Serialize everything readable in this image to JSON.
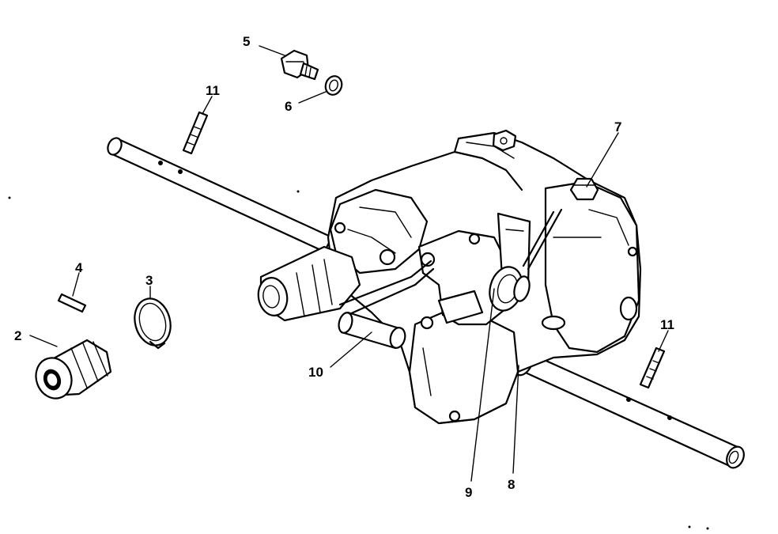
{
  "diagram": {
    "callouts": [
      {
        "id": "2",
        "text": "2"
      },
      {
        "id": "3",
        "text": "3"
      },
      {
        "id": "4",
        "text": "4"
      },
      {
        "id": "5",
        "text": "5"
      },
      {
        "id": "6",
        "text": "6"
      },
      {
        "id": "7",
        "text": "7"
      },
      {
        "id": "8",
        "text": "8"
      },
      {
        "id": "9",
        "text": "9"
      },
      {
        "id": "10",
        "text": "10"
      },
      {
        "id": "11a",
        "text": "11"
      },
      {
        "id": "11b",
        "text": "11"
      }
    ]
  }
}
